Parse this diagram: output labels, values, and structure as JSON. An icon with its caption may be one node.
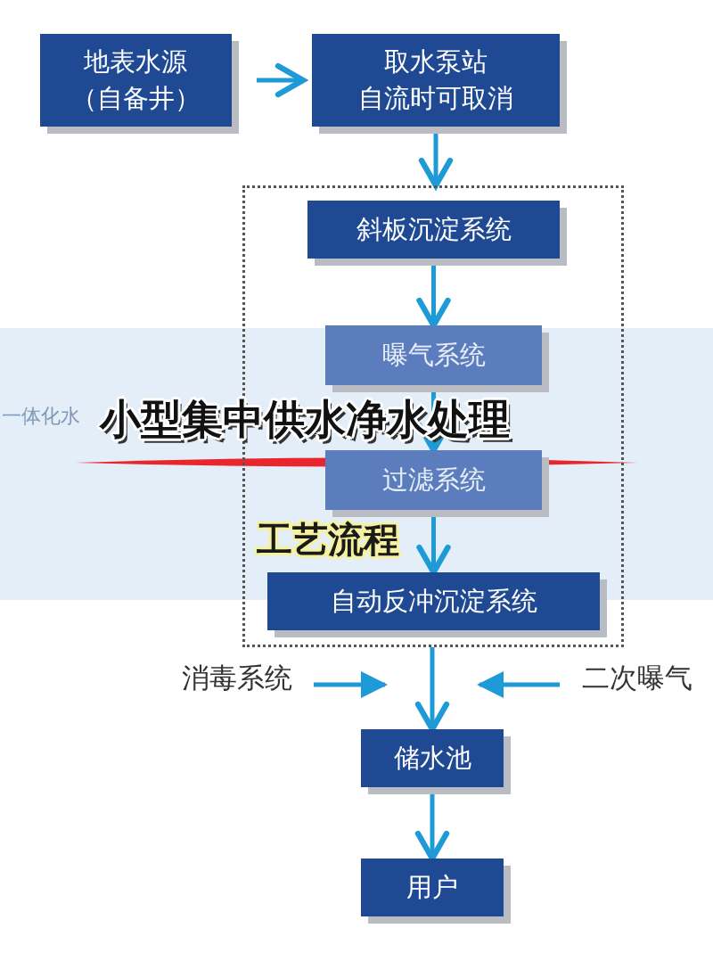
{
  "diagram": {
    "title": "小型集中供水净水处理",
    "nodes": [
      {
        "text": [
          "地表水源（自备井）"
        ]
      },
      {
        "text": [
          "取水泵站",
          "自流时可取消"
        ]
      },
      {
        "text": [],
        "shape": "box"
      },
      {
        "text": [
          "斜板沉淀系统"
        ],
        "in": 2
      },
      {
        "text": [
          "曝气系统"
        ],
        "in": 2
      },
      {
        "text": [
          "过滤系统"
        ],
        "in": 2
      },
      {
        "text": [
          "自动反冲沉淀系统"
        ],
        "in": 2
      },
      {
        "text": [
          "消毒系统"
        ]
      },
      {
        "text": [
          "二次曝气"
        ]
      },
      {
        "text": [
          "储水池"
        ]
      },
      {
        "text": [
          "用户"
        ]
      }
    ],
    "edges": [
      {
        "from": 0,
        "to": 1,
        "arrow": "to"
      },
      {
        "from": 1,
        "to": 2,
        "arrow": "to"
      },
      {
        "from": 3,
        "to": 4,
        "arrow": "to"
      },
      {
        "from": 4,
        "to": 5,
        "arrow": "to"
      },
      {
        "from": 5,
        "to": 6,
        "arrow": "to"
      },
      {
        "from": 2,
        "to": 9,
        "arrow": "to"
      },
      {
        "from": 7,
        "to": null,
        "arrow": "to"
      },
      {
        "from": 8,
        "to": null,
        "arrow": "to"
      },
      {
        "from": 9,
        "to": 10,
        "arrow": "to"
      }
    ],
    "labels": [
      "一体化水",
      "工艺流程"
    ]
  }
}
